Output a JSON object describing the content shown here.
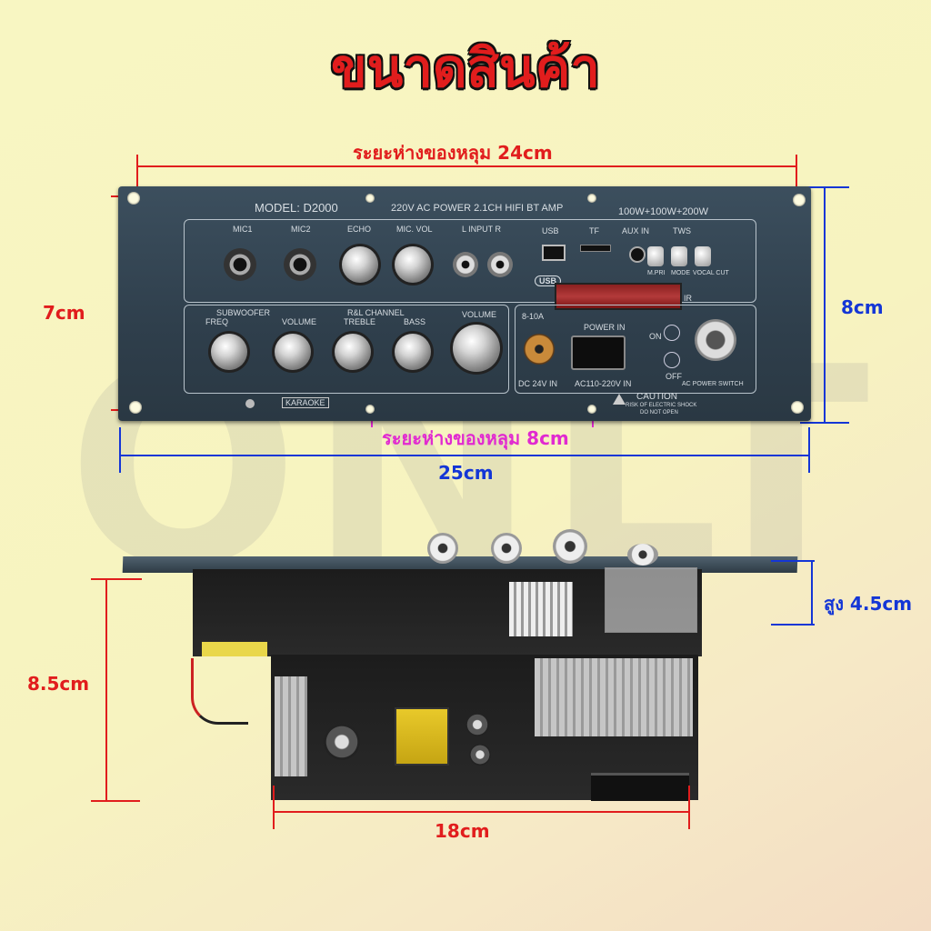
{
  "title": "ขนาดสินค้า",
  "watermark": "ONLT",
  "dimensions": {
    "hole_spacing_top": "ระยะห่างของหลุม 24cm",
    "height_left": "7cm",
    "height_right": "8cm",
    "hole_spacing_bottom": "ระยะห่างของหลุม 8cm",
    "width_total": "25cm",
    "side_height_tall": "สูง 4.5cm",
    "side_height_left": "8.5cm",
    "side_width": "18cm"
  },
  "panel": {
    "model": "MODEL: D2000",
    "power_info": "220V AC POWER 2.1CH HIFI BT AMP",
    "watts": "100W+100W+200W",
    "mic1": "MIC1",
    "mic2": "MIC2",
    "echo": "ECHO",
    "mic_vol": "MIC. VOL",
    "input": "L  INPUT  R",
    "usb": "USB",
    "tf": "TF",
    "aux_in": "AUX IN",
    "tws": "TWS",
    "usb_logo": "USB",
    "m_pri": "M.PRI",
    "mode": "MODE",
    "vocal_cut": "VOCAL CUT",
    "ir": "IR",
    "subwoofer": "SUBWOOFER",
    "rl_channel": "R&L CHANNEL",
    "freq": "FREQ",
    "volume1": "VOLUME",
    "treble": "TREBLE",
    "bass": "BASS",
    "volume2": "VOLUME",
    "amp_rating": "8-10A",
    "power_in": "POWER IN",
    "on": "ON",
    "off": "OFF",
    "dc_in": "DC 24V IN",
    "ac_in": "AC110-220V IN",
    "ac_switch": "AC POWER SWITCH",
    "karaoke": "KARAOKE",
    "caution": "CAUTION",
    "caution_1": "RISK OF ELECTRIC SHOCK",
    "caution_2": "DO NOT OPEN"
  }
}
